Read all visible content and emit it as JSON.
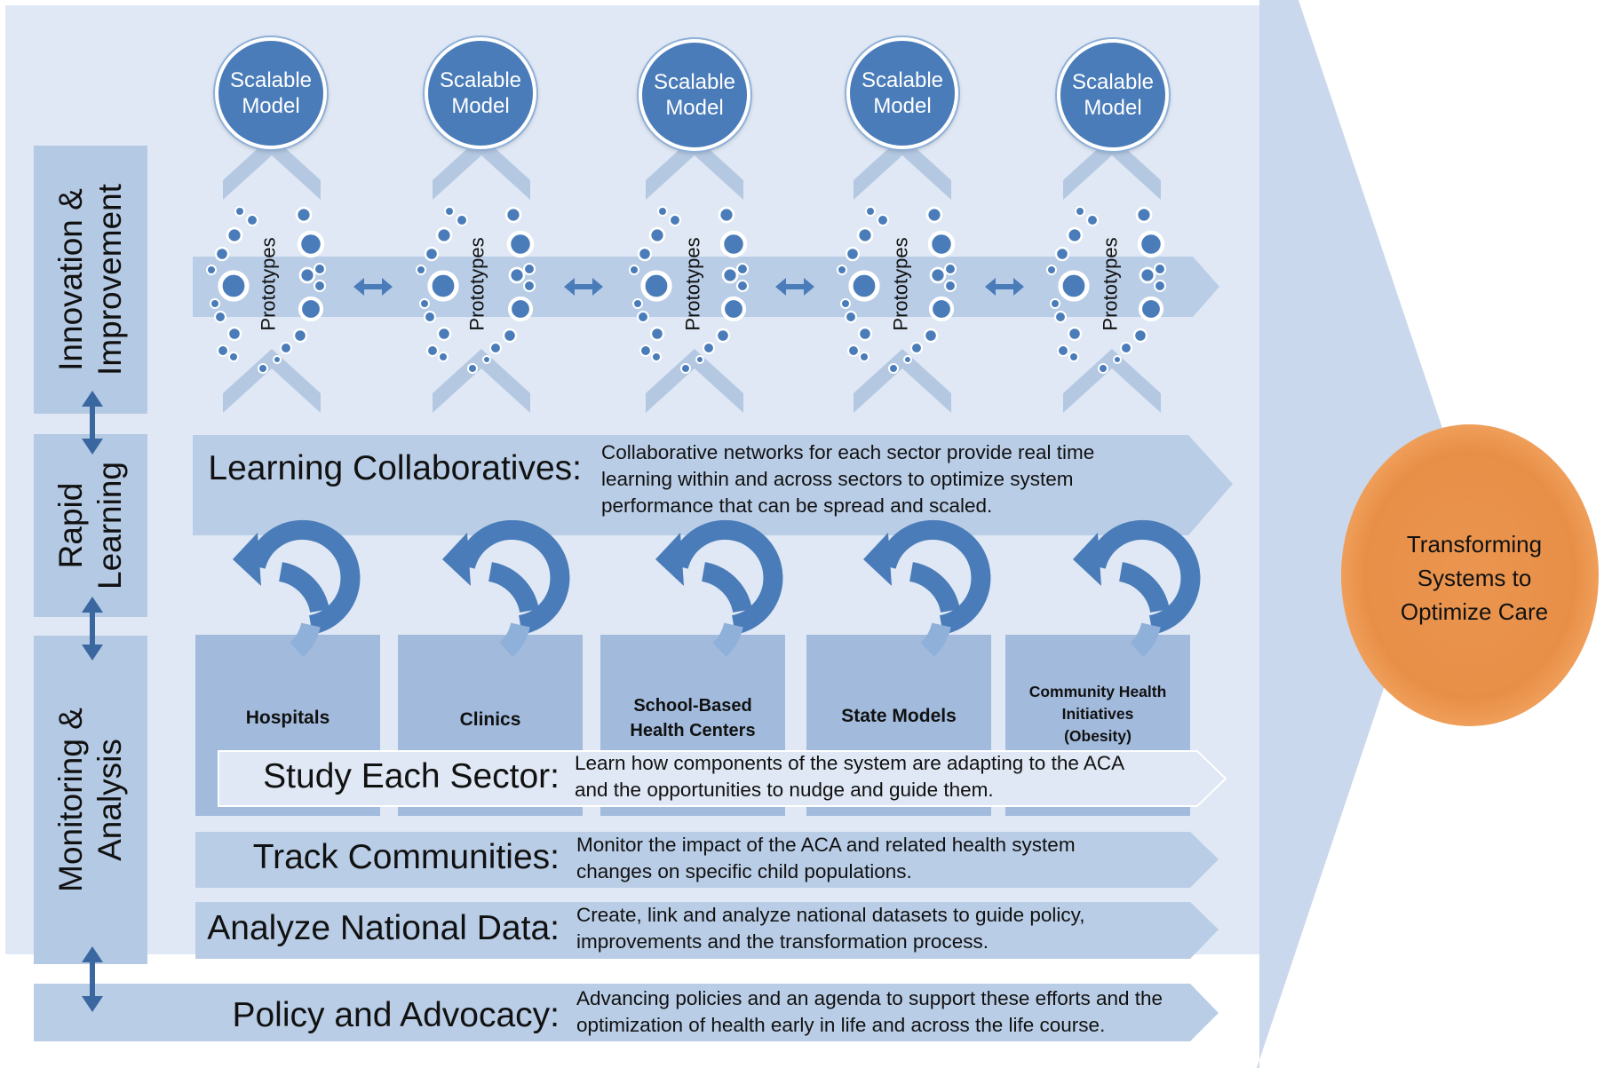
{
  "colors": {
    "background_panel": "#dfe8f4",
    "chevron": "#c9d8ec",
    "band": "#b9cde6",
    "label_bar": "#b4c9e3",
    "sector_box": "#a2bbdd",
    "accent_blue": "#4a7cb9",
    "orange": "#e8914b"
  },
  "side_labels": {
    "innovation": "Innovation &\nImprovement",
    "rapid": "Rapid\nLearning",
    "monitoring": "Monitoring &\nAnalysis"
  },
  "scalable_models": [
    {
      "label": "Scalable\nModel"
    },
    {
      "label": "Scalable\nModel"
    },
    {
      "label": "Scalable\nModel"
    },
    {
      "label": "Scalable\nModel"
    },
    {
      "label": "Scalable\nModel"
    }
  ],
  "prototypes": [
    {
      "label": "Prototypes"
    },
    {
      "label": "Prototypes"
    },
    {
      "label": "Prototypes"
    },
    {
      "label": "Prototypes"
    },
    {
      "label": "Prototypes"
    }
  ],
  "learning": {
    "heading": "Learning Collaboratives:",
    "text": "Collaborative networks for each sector provide real time learning within and across sectors to optimize system performance that can be spread and scaled."
  },
  "sectors": [
    {
      "label": "Hospitals"
    },
    {
      "label": "Clinics"
    },
    {
      "label": "School-Based\nHealth Centers"
    },
    {
      "label": "State Models"
    },
    {
      "label": "Community Health\nInitiatives\n(Obesity)"
    }
  ],
  "study": {
    "heading": "Study Each Sector:",
    "text": "Learn how components of the system are adapting to the ACA and the opportunities to nudge and guide them."
  },
  "track": {
    "heading": "Track Communities:",
    "text": "Monitor the impact of the ACA and related health system changes on specific child populations."
  },
  "analyze": {
    "heading": "Analyze National Data:",
    "text": "Create, link and analyze national datasets to guide policy, improvements and the transformation process."
  },
  "policy": {
    "heading": "Policy and Advocacy:",
    "text": "Advancing policies and an agenda to support these efforts and the optimization of health early in life and across the life course."
  },
  "outcome": {
    "label": "Transforming\nSystems to\nOptimize Care"
  }
}
